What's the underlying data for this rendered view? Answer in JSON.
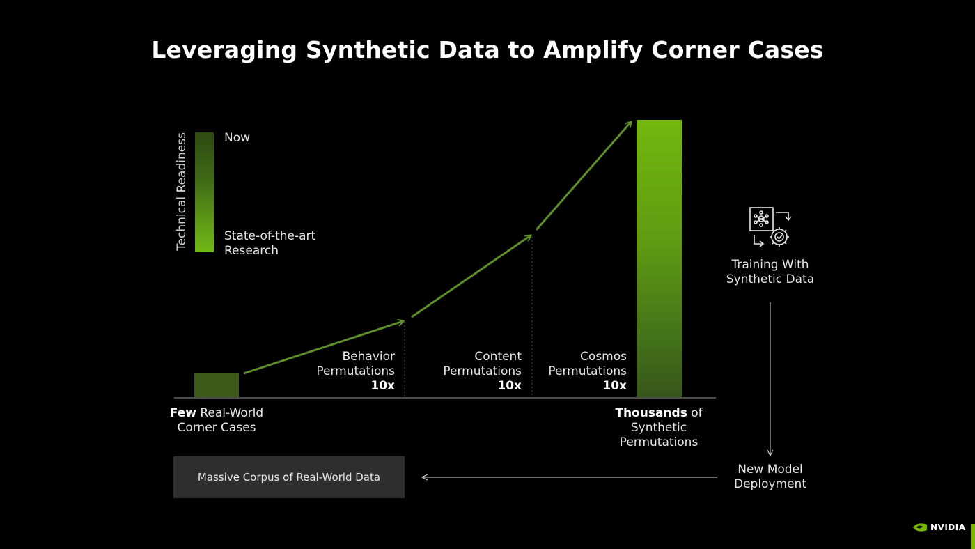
{
  "title": "Leveraging Synthetic Data to Amplify Corner Cases",
  "legend": {
    "axis_label": "Technical Readiness",
    "top_label": "Now",
    "bottom_label": [
      "State-of-the-art",
      "Research"
    ]
  },
  "stages": [
    {
      "name": "Behavior",
      "label": "Permutations",
      "multiplier": "10x"
    },
    {
      "name": "Content",
      "label": "Permutations",
      "multiplier": "10x"
    },
    {
      "name": "Cosmos",
      "label": "Permutations",
      "multiplier": "10x"
    }
  ],
  "start": {
    "bold": "Few",
    "rest": " Real-World",
    "line2": "Corner Cases"
  },
  "end": {
    "bold": "Thousands",
    "rest": " of",
    "line2": "Synthetic",
    "line3": "Permutations"
  },
  "training": {
    "line1": "Training With",
    "line2": "Synthetic Data",
    "icon": "training-gear-icon"
  },
  "deployment": {
    "line1": "New Model",
    "line2": "Deployment"
  },
  "corpus": "Massive Corpus of Real-World Data",
  "brand": {
    "name": "NVIDIA",
    "accent": "#76b900",
    "arrow_color": "#5f8f2a"
  }
}
